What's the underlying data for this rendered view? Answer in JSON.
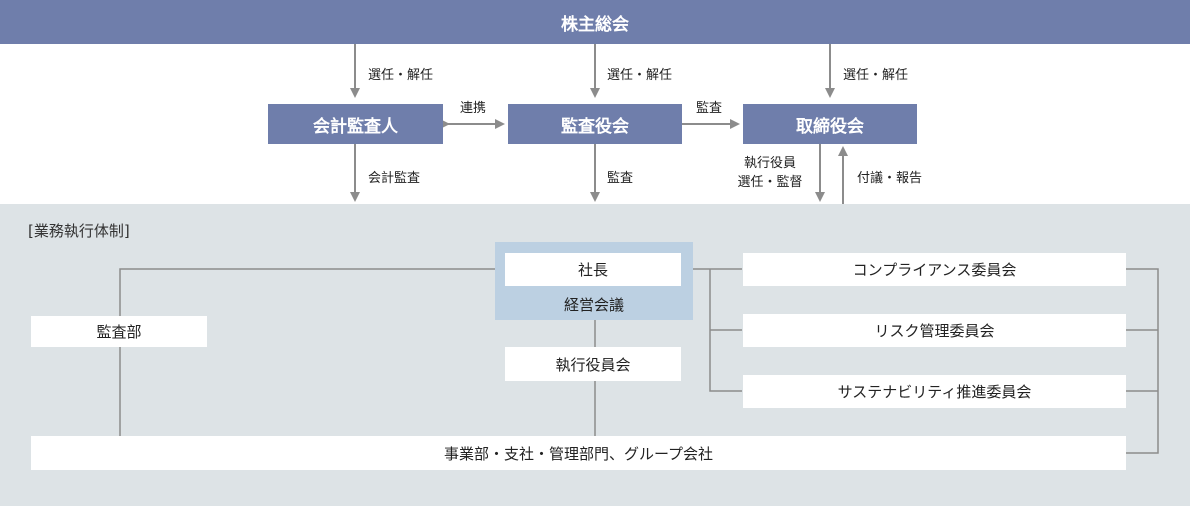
{
  "top": {
    "shareholders": "株主総会"
  },
  "governance": {
    "auditor": "会計監査人",
    "audit_board": "監査役会",
    "board": "取締役会"
  },
  "arrow_labels": {
    "elect_dismiss": "選任・解任",
    "coordination": "連携",
    "audit": "監査",
    "accounting_audit": "会計監査",
    "executive_officers": "執行役員",
    "elect_supervise": "選任・監督",
    "proposal_report": "付議・報告"
  },
  "execution": {
    "section_title": "[業務執行体制]",
    "president": "社長",
    "management_meeting": "経営会議",
    "audit_dept": "監査部",
    "exec_officers_meeting": "執行役員会",
    "committees": [
      "コンプライアンス委員会",
      "リスク管理委員会",
      "サステナビリティ推進委員会"
    ],
    "divisions": "事業部・支社・管理部門、グループ会社"
  },
  "colors": {
    "primary_box": "#6f7eab",
    "region_bg": "#dde3e6",
    "meeting_bg": "#bcd0e2",
    "line": "#8c8c8c"
  }
}
